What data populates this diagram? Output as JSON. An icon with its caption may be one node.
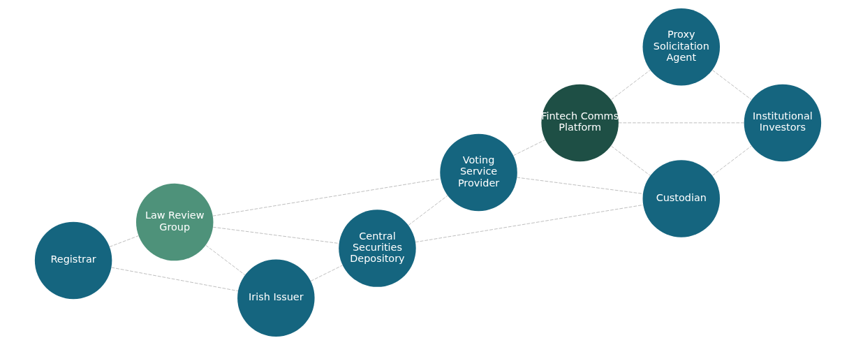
{
  "diagram": {
    "nodes": [
      {
        "text": [
          "Law Review Group"
        ]
      },
      {
        "text": [
          "Voting Service Provider"
        ]
      },
      {
        "text": [
          "Fintech Comms Platform"
        ]
      },
      {
        "text": [
          "Registrar"
        ]
      },
      {
        "text": [
          "Proxy Solicitation Agent"
        ]
      },
      {
        "text": [
          "Central Securities Depository"
        ]
      },
      {
        "text": [
          "Custodian"
        ]
      },
      {
        "text": [
          "Irish Issuer"
        ]
      },
      {
        "text": [
          "Institutional Investors"
        ]
      }
    ],
    "edges": [
      {
        "from": 0,
        "to": 3,
        "arrow": "none"
      },
      {
        "from": 0,
        "to": 1,
        "arrow": "none"
      },
      {
        "from": 0,
        "to": 5,
        "arrow": "none"
      },
      {
        "from": 0,
        "to": 7,
        "arrow": "none"
      },
      {
        "from": 1,
        "to": 2,
        "arrow": "none"
      },
      {
        "from": 1,
        "to": 5,
        "arrow": "none"
      },
      {
        "from": 1,
        "to": 6,
        "arrow": "none"
      },
      {
        "from": 2,
        "to": 4,
        "arrow": "none"
      },
      {
        "from": 2,
        "to": 6,
        "arrow": "none"
      },
      {
        "from": 2,
        "to": 8,
        "arrow": "none"
      },
      {
        "from": 3,
        "to": 7,
        "arrow": "none"
      },
      {
        "from": 7,
        "to": 5,
        "arrow": "none"
      },
      {
        "from": 5,
        "to": 6,
        "arrow": "none"
      },
      {
        "from": 6,
        "to": 8,
        "arrow": "none"
      },
      {
        "from": 4,
        "to": 8,
        "arrow": "none"
      }
    ]
  }
}
